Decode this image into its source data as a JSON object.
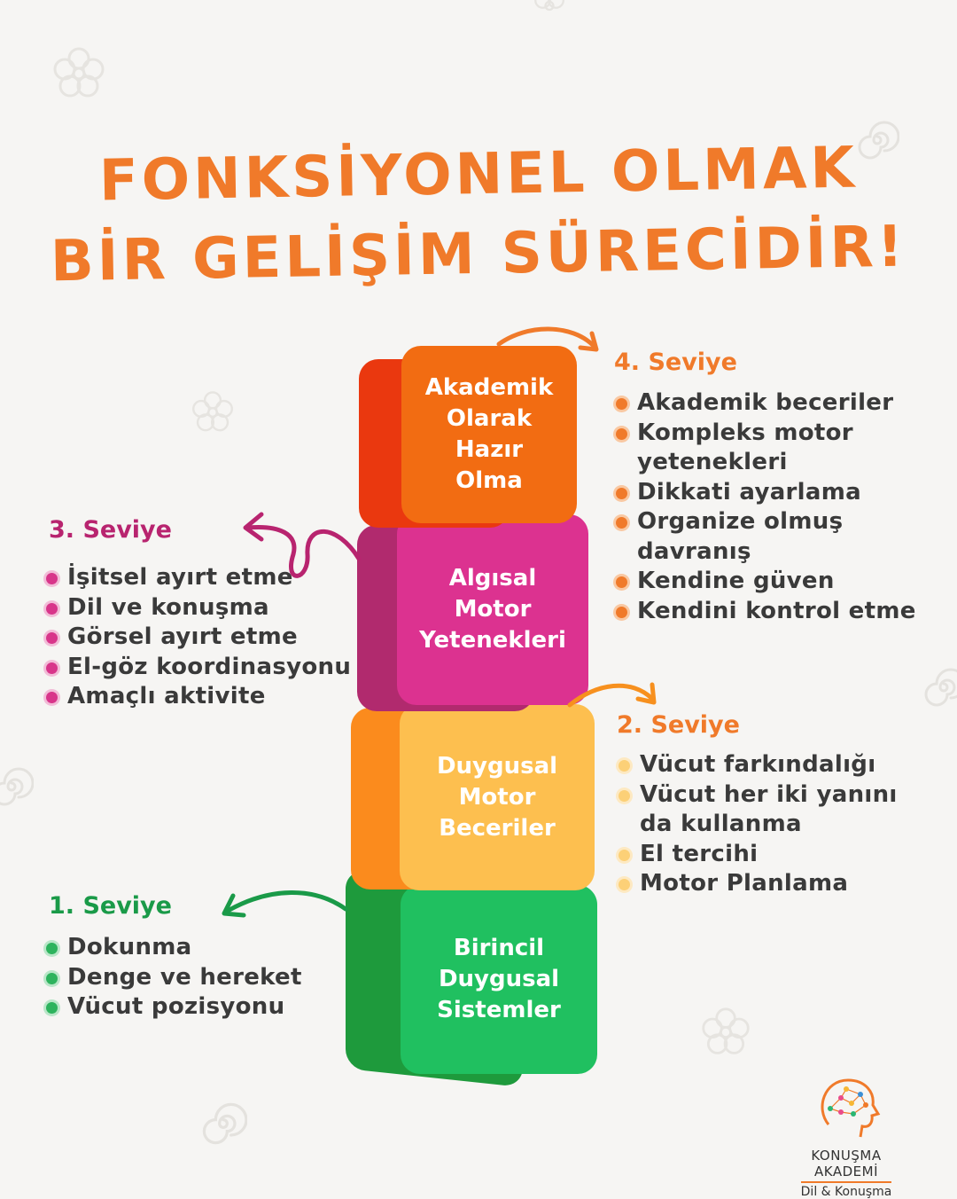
{
  "title": {
    "line1": "FONKSİYONEL OLMAK",
    "line2": "BİR GELİŞİM SÜRECİDİR!"
  },
  "colors": {
    "title": "#f07a2a",
    "level4": "#f06f1f",
    "level3": "#d8358a",
    "level2": "#fcbe4e",
    "level1": "#1fbe5e",
    "level3_title": "#b8246f",
    "level2_title": "#f07a2a",
    "level1_title": "#1a9a48"
  },
  "blocks": {
    "b4": "Akademik\nOlarak\nHazır\nOlma",
    "b3": "Algısal\nMotor\nYetenekleri",
    "b2": "Duygusal\nMotor\nBeceriler",
    "b1": "Birincil\nDuygusal\nSistemler"
  },
  "levels": {
    "l4": {
      "title": "4. Seviye",
      "items": [
        "Akademik beceriler",
        "Kompleks motor\nyetenekleri",
        "Dikkati ayarlama",
        "Organize olmuş\ndavranış",
        "Kendine güven",
        "Kendini kontrol etme"
      ]
    },
    "l3": {
      "title": "3. Seviye",
      "items": [
        "İşitsel ayırt etme",
        "Dil ve konuşma",
        "Görsel ayırt etme",
        "El-göz koordinasyonu",
        "Amaçlı aktivite"
      ]
    },
    "l2": {
      "title": "2. Seviye",
      "items": [
        "Vücut farkındalığı",
        "Vücut her iki yanını\nda kullanma",
        "El tercihi",
        "Motor Planlama"
      ]
    },
    "l1": {
      "title": "1. Seviye",
      "items": [
        "Dokunma",
        "Denge ve hereket",
        "Vücut pozisyonu"
      ]
    }
  },
  "logo": {
    "brand": "KONUŞMA AKADEMİ",
    "sub": "Dil & Konuşma"
  },
  "icons": [
    "flower-icon",
    "spiral-icon",
    "brain-head-icon",
    "arrow-icon"
  ]
}
